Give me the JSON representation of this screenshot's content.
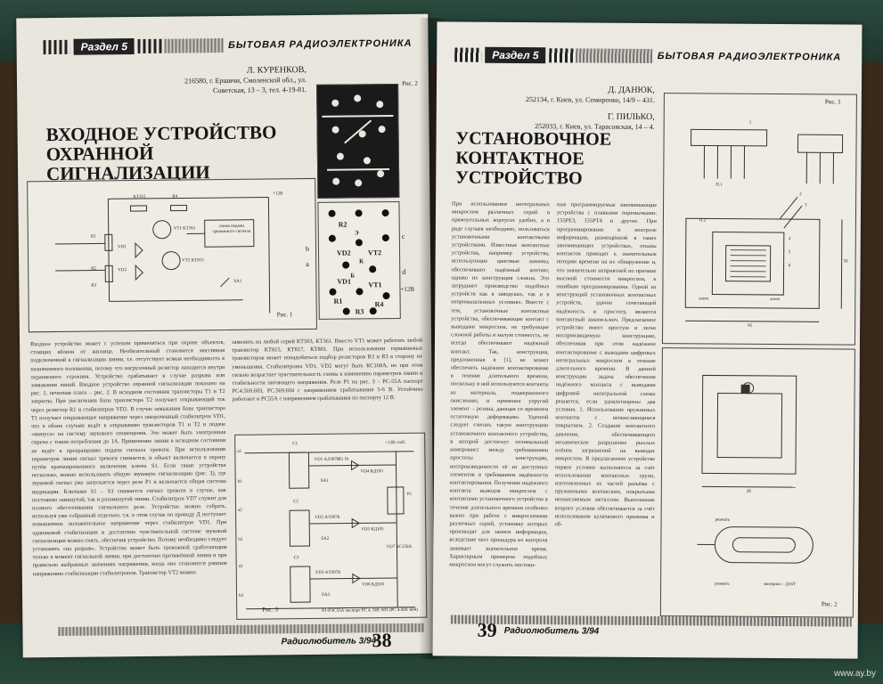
{
  "left_page": {
    "section_badge": "Раздел 5",
    "section_title": "БЫТОВАЯ РАДИОЭЛЕКТРОНИКА",
    "author_name": "Л. КУРЕНКОВ,",
    "author_address": "216580, г. Ершичи, Смоленской обл., ул. Советская, 13 – 3, тел. 4-19-81.",
    "title_lines": [
      "ВХОДНОЕ УСТРОЙСТВО",
      "ОХРАННОЙ",
      "СИГНАЛИЗАЦИИ"
    ],
    "fig1_label": "Рис. 1",
    "fig2_label": "Рис. 2",
    "fig3_label": "Рис. 3",
    "fig1_block_text": "схема подачи тревожного сигнала",
    "fig1_labels": [
      "+12В",
      "KT315",
      "R4",
      "VT1 KT361",
      "VT2 KT815",
      "VD1",
      "VD2",
      "R1",
      "R2",
      "R3",
      "SA1"
    ],
    "fig2_labels": [
      "R2",
      "VD2",
      "VT2",
      "VT1",
      "VD1",
      "R1",
      "R4",
      "R3",
      "К",
      "Б",
      "Э",
      "a",
      "b",
      "c",
      "d",
      "+12В"
    ],
    "fig3_labels": [
      "a1",
      "a2",
      "a3",
      "b1",
      "b2",
      "b3",
      "C1",
      "C2",
      "C3",
      "VD1 АЛ307Б",
      "VD2 АЛ307Б",
      "VD3 АЛ307Б",
      "VD4 КД105",
      "VD5 КД105",
      "VD6 КД105",
      "R1 1k",
      "SA1",
      "SA2",
      "SA3",
      "P1",
      "VD7 КС156А",
      "+12В стаб.",
      "Р1-РЭС55А паспорт РС 4. 569. 603 (РС 4.569. 604)"
    ],
    "col1_text": "Входное устройство может с успехом применяться при охране объектов, стоящих вблизи от жилища. Необязательный становится массивная подключенной к сигнализации линии, т.е. отсутствует всякая необходимость в назначенного положения, потому что нагрузочный резистор находится внутри охраняемого строения. Устройство срабатывает в случае разрыва или замыкания линий. Входное устройство охранной сигнализации показано на рис. 1, печатная плата – рис. 2. В исходном состоянии транзисторы Т1 и Т2 закрыты. При увеличении базы транзистора Т2 получает открывающий ток через резистор R1 и стабилитрон VD2. В случае замыкания базы транзистора Т1 получает открывающее напряжение через закороченный стабилитрон VD1, что в обоих случаях ведёт к открыванию транзисторов Т1 и Т2 и подаче «минуса» на систему звукового оповещения. Это может быть электронная сирена с током потребления до 1А. Применение линии в исходном состоянии не ведёт к прекращению подачи сигнала тревоги. При использовании параметров линии сигнал тревоги снимается, и объект включается в охрану путём кратковременного включения ключа S1. Если такие устройства несколько, можно использовать общую звуковую сигнализацию (рис. 3), где звуковой сигнал уже запускается через реле Р1 и включается общая система индикации. Ключами S1 – S3 снимается сигнал тревоги в случае, как постоянно замкнутой, так и разомкнутой линии. Стабилитрон VD7 служит для полного обесточивания сигнального реле. Устройство можно собрать, используя уже собранный отдельно, т.к. в этом случае по проводу Д поступает повышенное положительное напряжение через стабилитрон VD1. При одинаковой стабилизации и достаточно чувствительной системе звуковой сигнализации можно снять, обеспечив устройство. Потому необходимо следует установить «на разрыв». Устройство может быть тревожной сработающим только в момент сигнальной линии, при достаточно протяжённой линии и при правильно выбранных значениях напряжения, когда оно становится равным напряжению стабилизации стабилитронов. Транзистор VT2 можно",
    "col2_text": "заменить на любой серий КТ503, КТ361. Вместо VT1 может работать любой транзистор КТ815, КТ817, КТ801. При использовании германиевых транзисторов может понадобиться подбор резисторов R3 и R3 в сторону их уменьшения. Стабилитроны VD1, VD2 могут быть КС168А, но при этом сильно возрастает чувствительность схемы к изменению параметров линии и стабильности питающего напряжения. Реле Р1 на рис. 3 – РС-55А паспорт РС4.569.603, РС.569.604 с напряжением срабатывания 5-6 В. Устойчиво работают и РС55А с напряжением срабатывания по паспорту 12 В.",
    "magazine": "Радиолюбитель 3/94",
    "page_number": "38"
  },
  "right_page": {
    "section_badge": "Раздел 5",
    "section_title": "БЫТОВАЯ РАДИОЭЛЕКТРОНИКА",
    "author1_name": "Д. ДАНЮК,",
    "author1_address": "252134, г. Киев, ул. Семиренко, 14/9 – 431.",
    "author2_name": "Г. ПИЛЬКО,",
    "author2_address": "252033, г. Киев, ул. Тарасовская, 14 – 4.",
    "title_lines": [
      "УСТАНОВОЧНОЕ",
      "КОНТАКТНОЕ",
      "УСТРОЙСТВО"
    ],
    "fig1_label": "Рис. 1",
    "fig2_label": "Рис. 2",
    "fig_labels": [
      "П.2",
      "П.1",
      "1",
      "2",
      "3",
      "4",
      "5",
      "6",
      "ключ",
      "ключ",
      "28",
      "95",
      "50",
      "разжать",
      "материал – Д16Т"
    ],
    "col1_text": "При использовании интегральных микросхем различных серий в прямоугольных корпусах удобно, а в ряде случаев необходимо, пользоваться установочными контактными устройствами. Известные контактные устройства, например устройства, использующие цанговые зажимы, обеспечивают надёжный контакт, однако их конструкция сложна. Это затрудняет производство подобных устройств как в заводских, так и в непромышленных условиях. Вместе с тем, установочные контактные устройства, обеспечивающие контакт с выводами микросхем, не требующие сложной работы и малую стоимость, не всегда обеспечивают надёжный контакт. Так, конструкция, предложенная в [1], не может обеспечить надёжное контактирование в течение длительного времени, поскольку в ней используются контакты из материала, подверженного окислению, и применен упругий элемент – резина, дающая со временем остаточную деформацию. Удачной следует считать такую конструкцию установочного контактного устройства, в которой достигнут оптимальный компромисс между требованиями простоты конструкции, воспроизводимости её из доступных элементов и требованием надёжности контактирования. Получение надёжного контакта выводов микросхем с контактами установочного устройства в течение длительного времени особенно важно при работе с микросхемами различных серий, установку которых производят для записи информации, вследствие чего процедура их контроля занимает значительное время. Характерным примером подобных микросхем могут служить постоян-",
    "col2_text": "ные программируемые запоминающие устройства с плавкими перемычками: 155РЕ3, 155РТ4 и другие. При программировании и контроле информации, размещённой в таких запоминающих устройствах, отказы контактов приводят к значительным потерям времени на их обнаружение и, что значительно неприятней по причине высокой стоимости микросхем, к ошибкам программирования. Одной из конструкций установочных контактных устройств, удачно сочетающей надёжность и простоту, является контактный зажим-ключ. Предлагаемое устройство имеет простую и легко воспроизводимую конструкцию, обеспечивая при этом надёжное контактирование с выводами цифровых интегральных микросхем в течение длительного времени. В данной конструкции задача обеспечения надёжного контакта с выводами цифровой интегральной схемы решается, если удовлетворены два условия. 1. Использование пружинных контактов с неокисляющимся покрытием. 2. Создание контактного давления, обеспечивающего механическое разрушение рыхлых плёнок загрязнений на выводах микросхем. В предлагаемом устройстве первое условие выполняется за счёт использования контактных групп, изготовленных из частей разъёма с пружинными контактами, покрытыми неокисляемым металлом. Выполнение второго условия обеспечивается за счёт использования кулачкового прижима и об-",
    "magazine": "Радиолюбитель 3/94",
    "page_number": "39"
  },
  "watermark": "www.ay.by"
}
